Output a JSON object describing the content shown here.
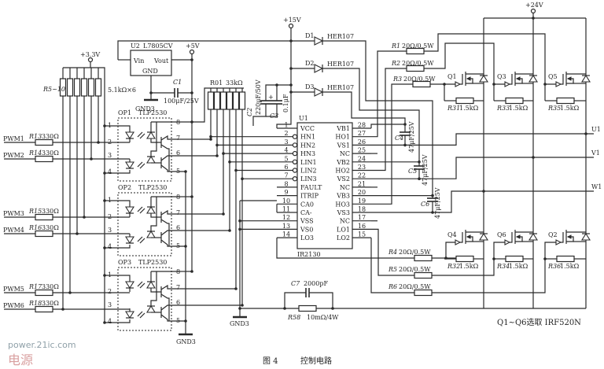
{
  "caption": {
    "figure": "图 4",
    "title": "控制电路"
  },
  "note": "Q1~Q6选取 IRF520N",
  "watermark": {
    "site": "power.21ic.com",
    "logo": "电源"
  },
  "power": {
    "v15": "+15V",
    "v24": "+24V",
    "v5": "+5V",
    "v33": "+3.3V",
    "gnd_a": "GND3",
    "gnd_b": "GND3",
    "gnd_c": "GND3"
  },
  "regulator": {
    "ref": "U2",
    "part": "L7805CV",
    "vin": "Vin",
    "vout": "Vout",
    "gnd": "GND"
  },
  "inputs": [
    {
      "signal": "PWM1",
      "ref": "R13",
      "value": "330Ω"
    },
    {
      "signal": "PWM2",
      "ref": "R14",
      "value": "330Ω"
    },
    {
      "signal": "PWM3",
      "ref": "R15",
      "value": "330Ω"
    },
    {
      "signal": "PWM4",
      "ref": "R16",
      "value": "330Ω"
    },
    {
      "signal": "PWM5",
      "ref": "R17",
      "value": "330Ω"
    },
    {
      "signal": "PWM6",
      "ref": "R18",
      "value": "330Ω"
    }
  ],
  "pullups_33": {
    "ref": "R5~10",
    "value": "5.1kΩ×6"
  },
  "pullups_5": {
    "ref": "R01",
    "value": "33kΩ"
  },
  "optocouplers": [
    {
      "ref": "OP1",
      "part": "TLP2530"
    },
    {
      "ref": "OP2",
      "part": "TLP2530"
    },
    {
      "ref": "OP3",
      "part": "TLP2530"
    }
  ],
  "opto_pins": {
    "left": [
      "1",
      "2",
      "3",
      "4"
    ],
    "right": [
      "8",
      "7",
      "6",
      "5"
    ]
  },
  "capacitors": {
    "c1": {
      "ref": "C1",
      "value": "100μF/25V"
    },
    "c2": {
      "ref": "C2",
      "value": "220μF/50V"
    },
    "c3": {
      "ref": "C3",
      "value": "0.1μF"
    },
    "c4": {
      "ref": "C4",
      "value": "47μF/25V"
    },
    "c5": {
      "ref": "C5",
      "value": "47μF/25V"
    },
    "c6": {
      "ref": "C6",
      "value": "47μF/25V"
    },
    "c7": {
      "ref": "C7",
      "value": "2000pF"
    }
  },
  "diodes": [
    {
      "ref": "D1",
      "part": "HER107"
    },
    {
      "ref": "D2",
      "part": "HER107"
    },
    {
      "ref": "D3",
      "part": "HER107"
    }
  ],
  "driver": {
    "ref": "U1",
    "part": "IR2130",
    "left_pins": [
      {
        "num": "1",
        "name": "VCC"
      },
      {
        "num": "2",
        "name": "HN1"
      },
      {
        "num": "3",
        "name": "HN2"
      },
      {
        "num": "4",
        "name": "HN3"
      },
      {
        "num": "5",
        "name": "LIN1"
      },
      {
        "num": "6",
        "name": "LIN2"
      },
      {
        "num": "7",
        "name": "LIN3"
      },
      {
        "num": "8",
        "name": "FAULT"
      },
      {
        "num": "9",
        "name": "ITRIP"
      },
      {
        "num": "10",
        "name": "CA0"
      },
      {
        "num": "11",
        "name": "CA-"
      },
      {
        "num": "12",
        "name": "VSS"
      },
      {
        "num": "13",
        "name": "VS0"
      },
      {
        "num": "14",
        "name": "LO3"
      }
    ],
    "right_pins": [
      {
        "num": "28",
        "name": "VB1"
      },
      {
        "num": "27",
        "name": "HO1"
      },
      {
        "num": "26",
        "name": "VS1"
      },
      {
        "num": "25",
        "name": "NC"
      },
      {
        "num": "24",
        "name": "VB2"
      },
      {
        "num": "23",
        "name": "HO2"
      },
      {
        "num": "22",
        "name": "VS2"
      },
      {
        "num": "21",
        "name": "NC"
      },
      {
        "num": "20",
        "name": "VB3"
      },
      {
        "num": "19",
        "name": "HO3"
      },
      {
        "num": "18",
        "name": "VS3"
      },
      {
        "num": "17",
        "name": "NC"
      },
      {
        "num": "16",
        "name": "LO1"
      },
      {
        "num": "15",
        "name": "LO2"
      }
    ]
  },
  "gate_resistors": [
    {
      "ref": "R1",
      "value": "20Ω/0.5W"
    },
    {
      "ref": "R2",
      "value": "20Ω/0.5W"
    },
    {
      "ref": "R3",
      "value": "20Ω/0.5W"
    },
    {
      "ref": "R4",
      "value": "20Ω/0.5W"
    },
    {
      "ref": "R5",
      "value": "20Ω/0.5W"
    },
    {
      "ref": "R6",
      "value": "20Ω/0.5W"
    }
  ],
  "gs_resistors": [
    {
      "ref": "R31",
      "value": "1.5kΩ"
    },
    {
      "ref": "R33",
      "value": "1.5kΩ"
    },
    {
      "ref": "R35",
      "value": "1.5kΩ"
    },
    {
      "ref": "R32",
      "value": "1.5kΩ"
    },
    {
      "ref": "R34",
      "value": "1.5kΩ"
    },
    {
      "ref": "R36",
      "value": "1.5kΩ"
    }
  ],
  "mosfets": [
    {
      "ref": "Q1"
    },
    {
      "ref": "Q3"
    },
    {
      "ref": "Q5"
    },
    {
      "ref": "Q4"
    },
    {
      "ref": "Q6"
    },
    {
      "ref": "Q2"
    }
  ],
  "shunt": {
    "ref": "R58",
    "value": "10mΩ/4W"
  },
  "outputs": [
    "U1",
    "V1",
    "W1"
  ]
}
